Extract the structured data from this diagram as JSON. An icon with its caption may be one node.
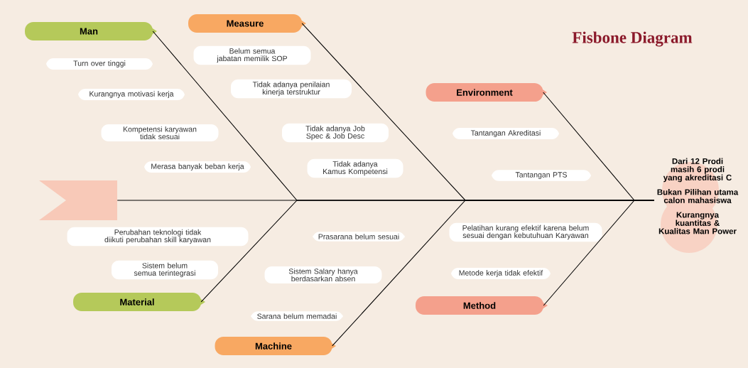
{
  "diagram": {
    "title": "Fisbone Diagram",
    "nodes": [
      {
        "text": [
          "Man"
        ]
      },
      {
        "text": [
          "Turn over tinggi"
        ]
      },
      {
        "text": [
          "Kurangnya motivasi kerja"
        ]
      },
      {
        "text": [
          "Kompetensi karyawan tidak sesuai"
        ]
      },
      {
        "text": [
          "Merasa banyak beban kerja"
        ]
      },
      {
        "text": [
          "Measure"
        ]
      },
      {
        "text": [
          "Belum semua jabatan memilik SOP"
        ]
      },
      {
        "text": [
          "Tidak adanya penilaian kinerja terstruktur"
        ]
      },
      {
        "text": [
          "Tidak adanya Job Spec & Job Desc"
        ]
      },
      {
        "text": [
          "Tidak adanya Kamus Kompetensi"
        ]
      },
      {
        "text": [
          "Environment"
        ]
      },
      {
        "text": [
          "Tantangan Akreditasi"
        ]
      },
      {
        "text": [
          "Tantangan PTS"
        ]
      },
      {
        "text": [],
        "shape": "flag"
      },
      {
        "text": [
          "Dari 12 Prodi masih 6 prodi yang akreditasi C",
          "Bukan Pilihan utama calon mahasiswa",
          "Kurangnya kuantitas & Kualitas Man Power"
        ]
      },
      {
        "text": [
          "Material"
        ]
      },
      {
        "text": [
          "Perubahan teknologi tidak diikuti perubahan skill karyawan"
        ]
      },
      {
        "text": [
          "Sistem belum semua terintegrasi"
        ]
      },
      {
        "text": [
          "Machine"
        ]
      },
      {
        "text": [
          "Prasarana belum sesuai"
        ]
      },
      {
        "text": [
          "Sistem Salary hanya berdasarkan absen"
        ]
      },
      {
        "text": [
          "Sarana belum memadai"
        ]
      },
      {
        "text": [
          "Method"
        ]
      },
      {
        "text": [
          "Pelatihan kurang efektif karena belum sesuai dengan kebutuhuan Karyawan"
        ]
      },
      {
        "text": [
          "Metode kerja tidak efektif"
        ]
      }
    ],
    "edges": [
      {
        "from": 13,
        "to": 14,
        "arrow": "none"
      },
      {
        "from": 0,
        "to": 14,
        "arrow": "none"
      },
      {
        "from": 5,
        "to": 14,
        "arrow": "none"
      },
      {
        "from": 10,
        "to": 14,
        "arrow": "none"
      },
      {
        "from": 15,
        "to": 14,
        "arrow": "none"
      },
      {
        "from": 18,
        "to": 14,
        "arrow": "none"
      },
      {
        "from": 22,
        "to": 14,
        "arrow": "none"
      }
    ]
  }
}
